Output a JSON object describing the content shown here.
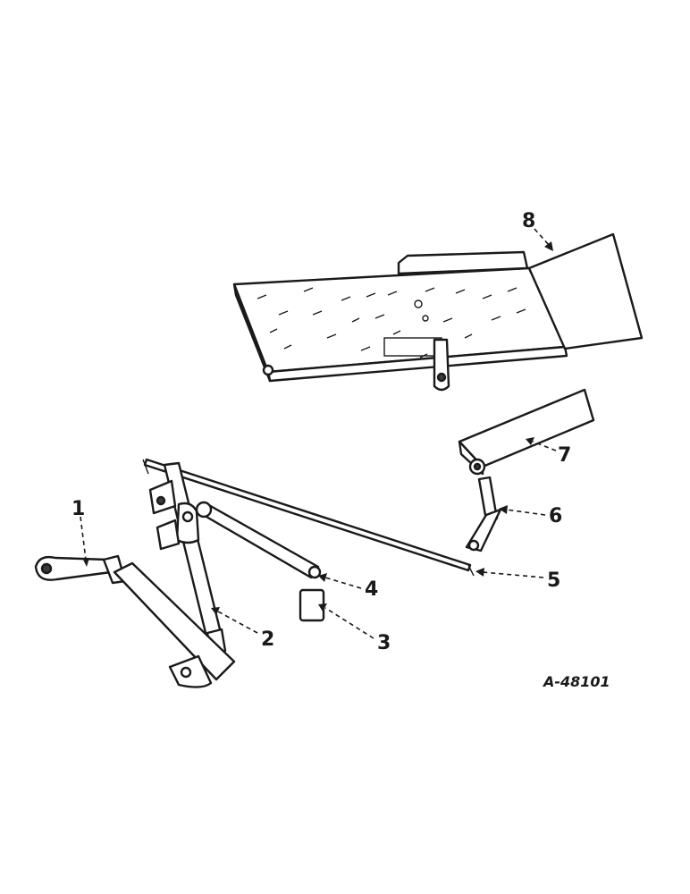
{
  "callouts": [
    {
      "id": "1",
      "label": "1"
    },
    {
      "id": "2",
      "label": "2"
    },
    {
      "id": "3",
      "label": "3"
    },
    {
      "id": "4",
      "label": "4"
    },
    {
      "id": "5",
      "label": "5"
    },
    {
      "id": "6",
      "label": "6"
    },
    {
      "id": "7",
      "label": "7"
    },
    {
      "id": "8",
      "label": "8"
    }
  ],
  "drawing_number": "A-48101"
}
